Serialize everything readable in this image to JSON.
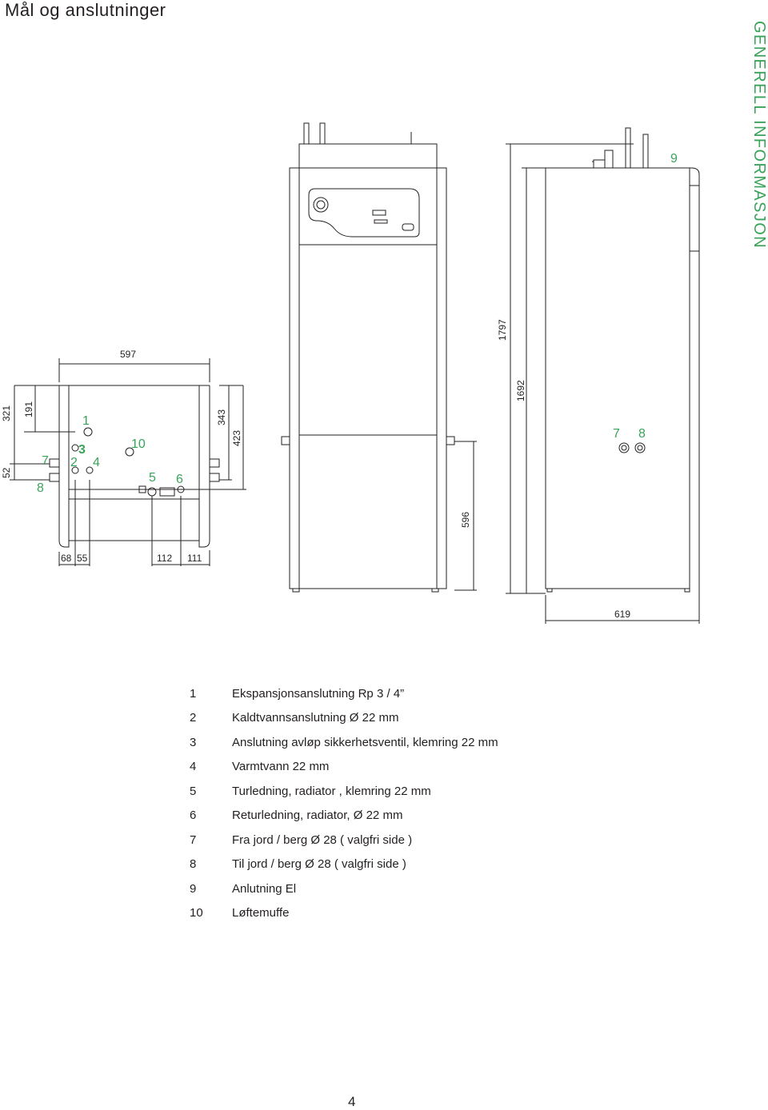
{
  "page": {
    "title": "Mål og anslutninger",
    "section_label": "GENERELL INFORMASJON",
    "page_number": "4"
  },
  "colors": {
    "accent": "#3aa35a",
    "line": "#231f20"
  },
  "dimensions": {
    "width_597": "597",
    "h_321": "321",
    "h_191": "191",
    "h_52": "52",
    "h_343": "343",
    "h_423": "423",
    "w_68": "68",
    "w_55": "55",
    "w_112": "112",
    "w_111": "111",
    "h_1797": "1797",
    "h_1692": "1692",
    "h_596": "596",
    "w_619": "619"
  },
  "callouts": {
    "c1": "1",
    "c2": "2",
    "c3": "3",
    "c4": "4",
    "c5": "5",
    "c6": "6",
    "c7": "7",
    "c8": "8",
    "c10": "10",
    "side_c7": "7",
    "side_c8": "8",
    "side_c9": "9"
  },
  "legend": [
    {
      "num": "1",
      "text": "Ekspansjonsanslutning Rp 3 / 4”"
    },
    {
      "num": "2",
      "text": "Kaldtvannsanslutning Ø 22 mm"
    },
    {
      "num": "3",
      "text": "Anslutning avløp sikkerhetsventil, klemring 22 mm"
    },
    {
      "num": "4",
      "text": "Varmtvann 22 mm"
    },
    {
      "num": "5",
      "text": "Turledning, radiator , klemring 22 mm"
    },
    {
      "num": "6",
      "text": "Returledning, radiator, Ø 22 mm"
    },
    {
      "num": "7",
      "text": "Fra jord / berg Ø 28 ( valgfri side )"
    },
    {
      "num": "8",
      "text": "Til jord / berg Ø 28 ( valgfri side )"
    },
    {
      "num": "9",
      "text": "Anlutning El"
    },
    {
      "num": "10",
      "text": "Løftemuffe"
    }
  ]
}
